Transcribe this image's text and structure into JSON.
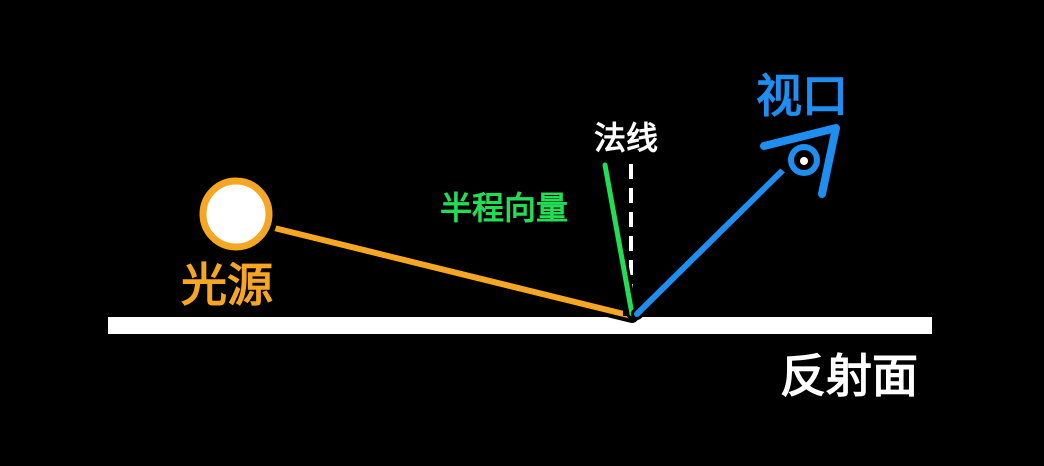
{
  "labels": {
    "light_source": "光源",
    "normal": "法线",
    "half_vector": "半程向量",
    "view": "视口",
    "surface": "反射面"
  },
  "colors": {
    "background": "#000000",
    "light": "#f5a623",
    "half_vector": "#22dd55",
    "view": "#1e8ef0",
    "surface": "#ffffff",
    "normal": "#ffffff",
    "text_default": "#ffffff"
  },
  "icons": {
    "light_source": "sun-circle-icon",
    "view": "eye-icon"
  }
}
